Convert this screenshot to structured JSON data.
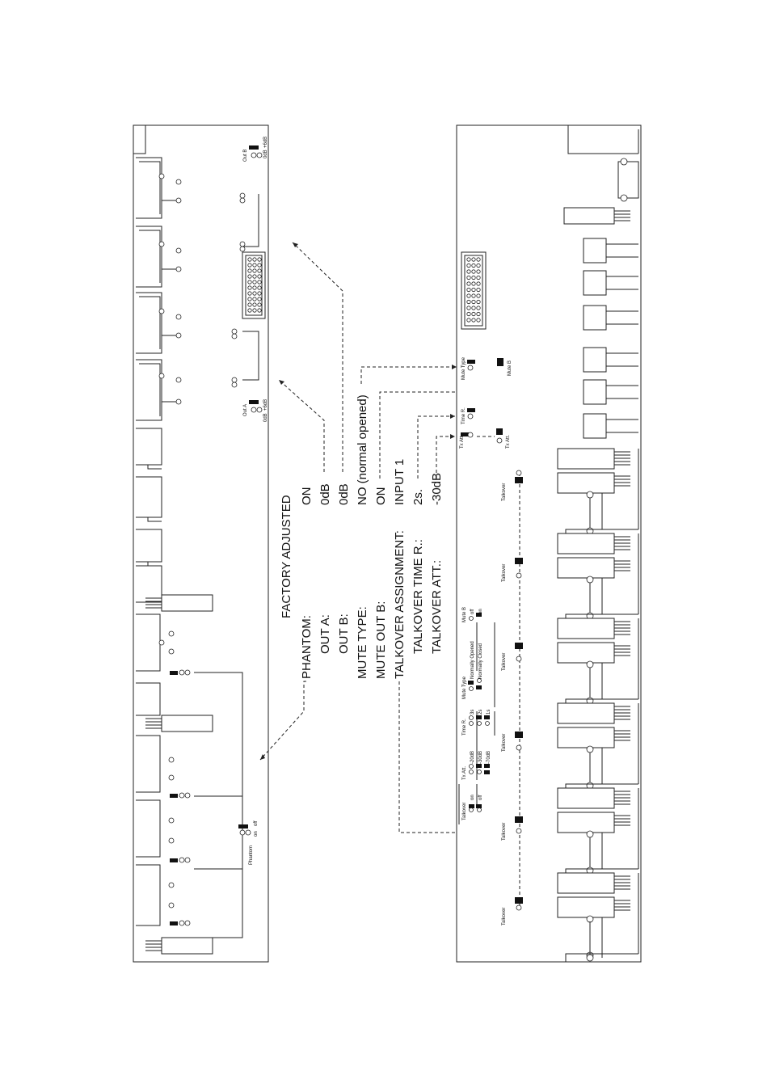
{
  "settings": {
    "title": "FACTORY ADJUSTED",
    "rows": [
      {
        "label": "PHANTOM:",
        "value": "ON"
      },
      {
        "label": "OUT A:",
        "value": "0dB"
      },
      {
        "label": "OUT B:",
        "value": "0dB"
      },
      {
        "label": "MUTE TYPE:",
        "value": "NO (normal opened)"
      },
      {
        "label": "MUTE OUT B:",
        "value": "ON"
      },
      {
        "label": "TALKOVER ASSIGNMENT:",
        "value": "INPUT 1"
      },
      {
        "label": "TALKOVER TIME R.:",
        "value": "2s."
      },
      {
        "label": "TALKOVER ATT.:",
        "value": "-30dB"
      }
    ]
  },
  "left_board": {
    "out_b": {
      "label": "Out B",
      "opt_low": "0dB",
      "opt_high": "+6dB"
    },
    "out_a": {
      "label": "Out A",
      "opt_low": "0dB",
      "opt_high": "+6dB"
    },
    "phantom": {
      "label": "Phantom",
      "opt_on": "on",
      "opt_off": "off"
    }
  },
  "right_board": {
    "talkover_labels": [
      "Talkover",
      "Talkover",
      "Talkover",
      "Talkover",
      "Talkover",
      "Talkover"
    ],
    "mute_type_label": "Mute Type",
    "mute_b_label": "Mute B",
    "time_r_label": "Time R.",
    "tx_att_label": "Tx Att.",
    "legend": {
      "talkover": {
        "title": "Talkover",
        "opt1": "on",
        "opt2": "off"
      },
      "tx_att": {
        "title": "Tx Att.",
        "opt1": "-20dB",
        "opt2": "-30dB",
        "opt3": "-70dB"
      },
      "time_r": {
        "title": "Time R.",
        "opt1": "3s",
        "opt2": "2s",
        "opt3": "1s"
      },
      "mute_type": {
        "title": "Mute Type",
        "opt1": "Normally Opened",
        "opt2": "Normally Closed"
      },
      "mute_b": {
        "title": "Mute B",
        "opt1": "off",
        "opt2": "on"
      }
    }
  }
}
